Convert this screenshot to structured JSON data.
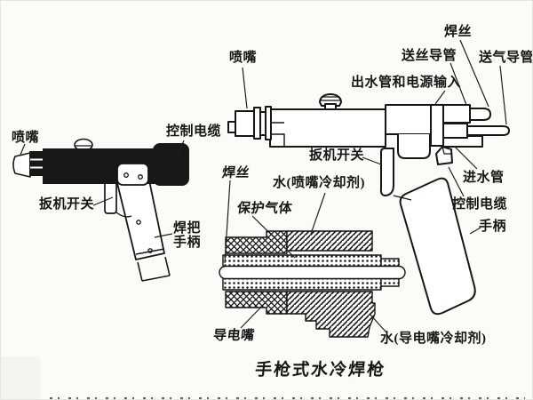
{
  "figure": {
    "caption": "手枪式水冷焊枪"
  },
  "left_gun": {
    "labels": {
      "nozzle": "喷嘴",
      "control_cable": "控制电缆",
      "trigger_switch": "扳机开关",
      "handle_line1": "焊把",
      "handle_line2": "手柄"
    }
  },
  "right_gun": {
    "labels": {
      "nozzle": "喷嘴",
      "welding_wire": "焊丝",
      "wire_feed_conduit": "送丝导管",
      "gas_feed_conduit": "送气导管",
      "water_outlet_and_power_input": "出水管和电源输入",
      "trigger_switch": "扳机开关",
      "water_inlet_pipe": "进水管",
      "control_cable": "控制电缆",
      "handle": "手柄"
    }
  },
  "cross_section": {
    "labels": {
      "welding_wire": "焊丝",
      "water_nozzle_coolant": "水(喷嘴冷却剂)",
      "shielding_gas": "保护气体",
      "contact_tip": "导电嘴",
      "water_contact_tip_coolant": "水(导电嘴冷却剂)"
    }
  },
  "colors": {
    "ink": "#161616",
    "paper": "#fcfbf8"
  }
}
